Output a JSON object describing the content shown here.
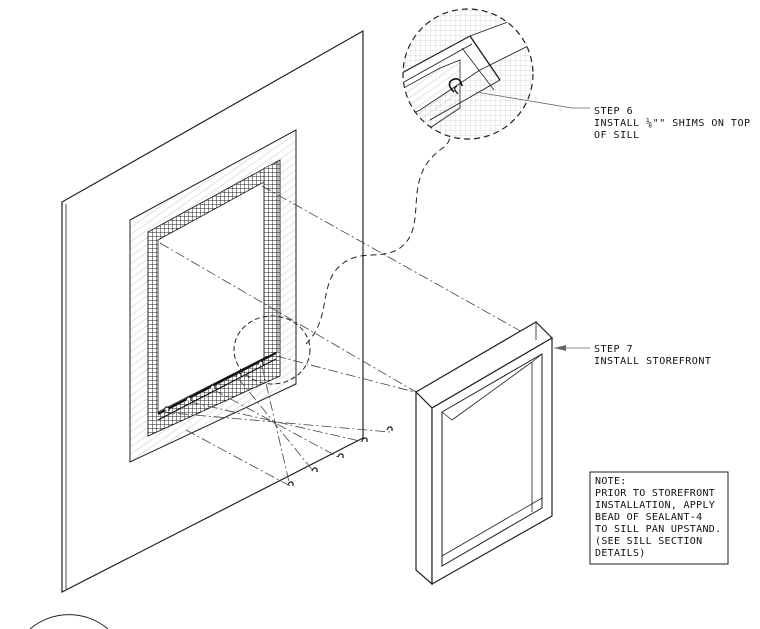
{
  "step6": {
    "title": "STEP 6",
    "line1": "INSTALL ⅛\"\" SHIMS ON TOP",
    "line2": "OF SILL"
  },
  "step7": {
    "title": "STEP 7",
    "line1": "INSTALL  STOREFRONT"
  },
  "note": {
    "lines": [
      "NOTE:",
      "PRIOR TO STOREFRONT",
      "INSTALLATION, APPLY",
      "BEAD OF SEALANT-4",
      "TO SILL PAN UPSTAND.",
      "(SEE SILL SECTION",
      "DETAILS)"
    ]
  }
}
